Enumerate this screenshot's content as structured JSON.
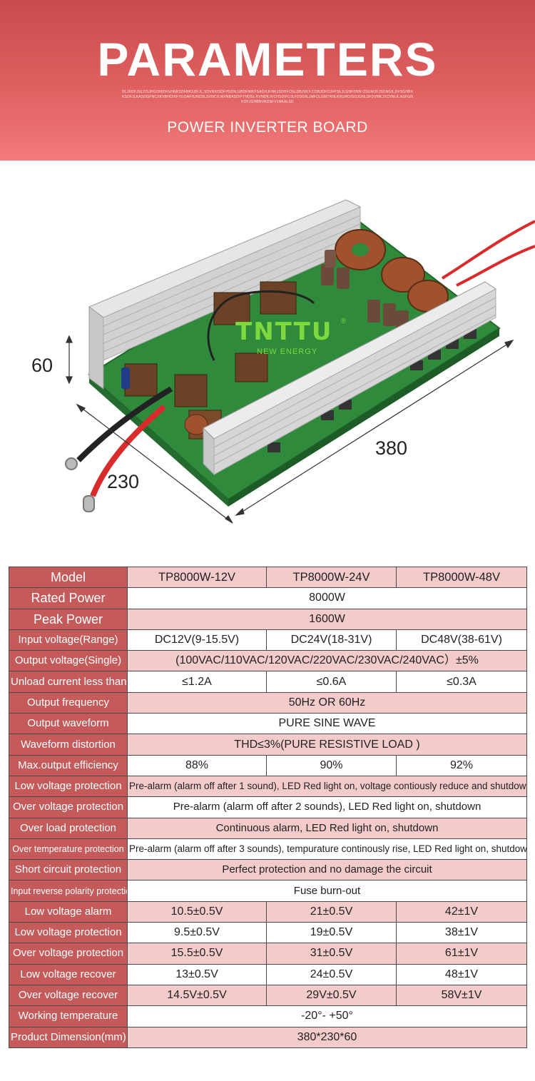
{
  "header": {
    "title": "PARAMETERS",
    "fine_print": "OLJKDFJGLDSJHGOIKDFGHNKSDFBKSDFJL,SDVNKISDFHSDN,GBDFNIKFSADHJFNKJSDHFOSLDBJMLF.CDBJDFOJFPSEJLGNFDKN OSUAOFJSDNGK,DFSGHBVKSDFJLKASDGFNCXKVBHDIXFYUOAFHJNDSLSVNCX,MVNBASDIFYHDSL KVNDKJVCHSDIFUJLFDSGN,JMFDLGMTRHLKRUROISDJGNLSFDVNKJXCVNLK,ASFGNKDFJGHBNVKDSFVJNKALSD",
    "subtitle": "POWER INVERTER BOARD"
  },
  "product": {
    "dimensions": {
      "height": "60",
      "width": "230",
      "length": "380"
    },
    "logo": {
      "brand": "TNTTU",
      "tagline": "NEW ENERGY",
      "mark": "®"
    },
    "colors": {
      "pcb": "#2f8a3c",
      "heatsink": "#d9d9d9",
      "cable_red": "#d92b2b",
      "cable_black": "#222222",
      "coil": "#a0522d",
      "capacitor": "#6b4a3a"
    }
  },
  "spec_table": {
    "colors": {
      "label_bg": "#c45a5a",
      "pink_row": "#f4cbcb",
      "border": "#4a4a4a"
    },
    "rows": [
      {
        "label": "Model",
        "values": [
          "TP8000W-12V",
          "TP8000W-24V",
          "TP8000W-48V"
        ]
      },
      {
        "label": "Rated Power",
        "values": [
          "8000W"
        ]
      },
      {
        "label": "Peak Power",
        "values": [
          "1600W"
        ]
      },
      {
        "label": "Input voltage(Range)",
        "values": [
          "DC12V(9-15.5V)",
          "DC24V(18-31V)",
          "DC48V(38-61V)"
        ]
      },
      {
        "label": "Output voltage(Single)",
        "values": [
          "(100VAC/110VAC/120VAC/220VAC/230VAC/240VAC）±5%"
        ]
      },
      {
        "label": "Unload current less than",
        "values": [
          "≤1.2A",
          "≤0.6A",
          "≤0.3A"
        ]
      },
      {
        "label": "Output frequency",
        "values": [
          "50Hz OR 60Hz"
        ]
      },
      {
        "label": "Output waveform",
        "values": [
          "PURE SINE WAVE"
        ]
      },
      {
        "label": "Waveform distortion",
        "values": [
          "THD≤3%(PURE RESISTIVE LOAD )"
        ]
      },
      {
        "label": "Max.output efficiency",
        "values": [
          "88%",
          "90%",
          "92%"
        ]
      },
      {
        "label": "Low voltage protection",
        "values": [
          "Pre-alarm (alarm off after 1 sound), LED Red light on, voltage contiously reduce and shutdown"
        ]
      },
      {
        "label": "Over voltage protection",
        "values": [
          "Pre-alarm (alarm off after 2 sounds), LED Red light on,  shutdown"
        ]
      },
      {
        "label": "Over load protection",
        "values": [
          "Continuous alarm, LED Red light on, shutdown"
        ]
      },
      {
        "label": "Over temperature protection",
        "values": [
          "Pre-alarm (alarm off after 3 sounds), tempurature continously rise, LED Red light on, shutdown"
        ]
      },
      {
        "label": "Short circuit protection",
        "values": [
          "Perfect protection and no damage the circuit"
        ]
      },
      {
        "label": "Input reverse polarity protection",
        "values": [
          "Fuse burn-out"
        ]
      },
      {
        "label": "Low voltage alarm",
        "values": [
          "10.5±0.5V",
          "21±0.5V",
          "42±1V"
        ]
      },
      {
        "label": "Low voltage protection",
        "values": [
          "9.5±0.5V",
          "19±0.5V",
          "38±1V"
        ]
      },
      {
        "label": "Over voltage protection",
        "values": [
          "15.5±0.5V",
          "31±0.5V",
          "61±1V"
        ]
      },
      {
        "label": "Low voltage recover",
        "values": [
          "13±0.5V",
          "24±0.5V",
          "48±1V"
        ]
      },
      {
        "label": "Over voltage recover",
        "values": [
          "14.5V±0.5V",
          "29V±0.5V",
          "58V±1V"
        ]
      },
      {
        "label": "Working temperature",
        "values": [
          "-20°- +50°"
        ]
      },
      {
        "label": "Product Dimension(mm)",
        "values": [
          "380*230*60"
        ]
      }
    ]
  }
}
